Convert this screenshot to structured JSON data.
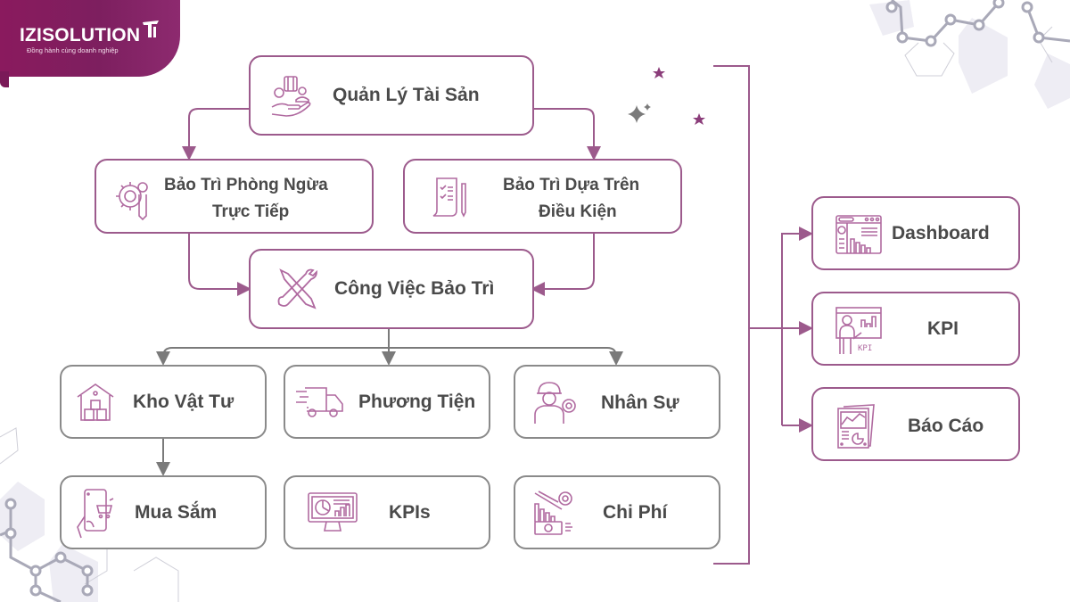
{
  "brand": {
    "name": "IZISOLUTION",
    "tagline": "Đồng hành cùng doanh nghiệp",
    "color": "#7d1f5f"
  },
  "colors": {
    "primary_border": "#9c5a8c",
    "gray_border": "#8a8a8a",
    "text": "#4a4a4a",
    "accent_star": "#8b3d7a"
  },
  "diagram": {
    "root": {
      "label": "Quản Lý Tài Sản",
      "icon": "asset-hand-icon"
    },
    "maintenance_types": [
      {
        "line1": "Bảo Trì Phòng Ngừa",
        "line2": "Trực Tiếp",
        "icon": "gear-wrench-icon"
      },
      {
        "line1": "Bảo Trì Dựa Trên",
        "line2": "Điều Kiện",
        "icon": "checklist-scroll-icon"
      }
    ],
    "work": {
      "label": "Công Việc Bảo Trì",
      "icon": "tools-icon"
    },
    "resources": [
      {
        "label": "Kho Vật Tư",
        "icon": "warehouse-icon"
      },
      {
        "label": "Phương Tiện",
        "icon": "truck-icon"
      },
      {
        "label": "Nhân Sự",
        "icon": "worker-gear-icon"
      }
    ],
    "outputs": [
      {
        "label": "Mua Sắm",
        "icon": "mobile-shopping-icon"
      },
      {
        "label": "KPIs",
        "icon": "monitor-chart-icon"
      },
      {
        "label": "Chi Phí",
        "icon": "cost-decline-icon"
      }
    ],
    "reports": [
      {
        "label": "Dashboard",
        "icon": "dashboard-icon"
      },
      {
        "label": "KPI",
        "icon": "kpi-presenter-icon",
        "icon_text": "KPI"
      },
      {
        "label": "Báo Cáo",
        "icon": "report-docs-icon"
      }
    ]
  }
}
